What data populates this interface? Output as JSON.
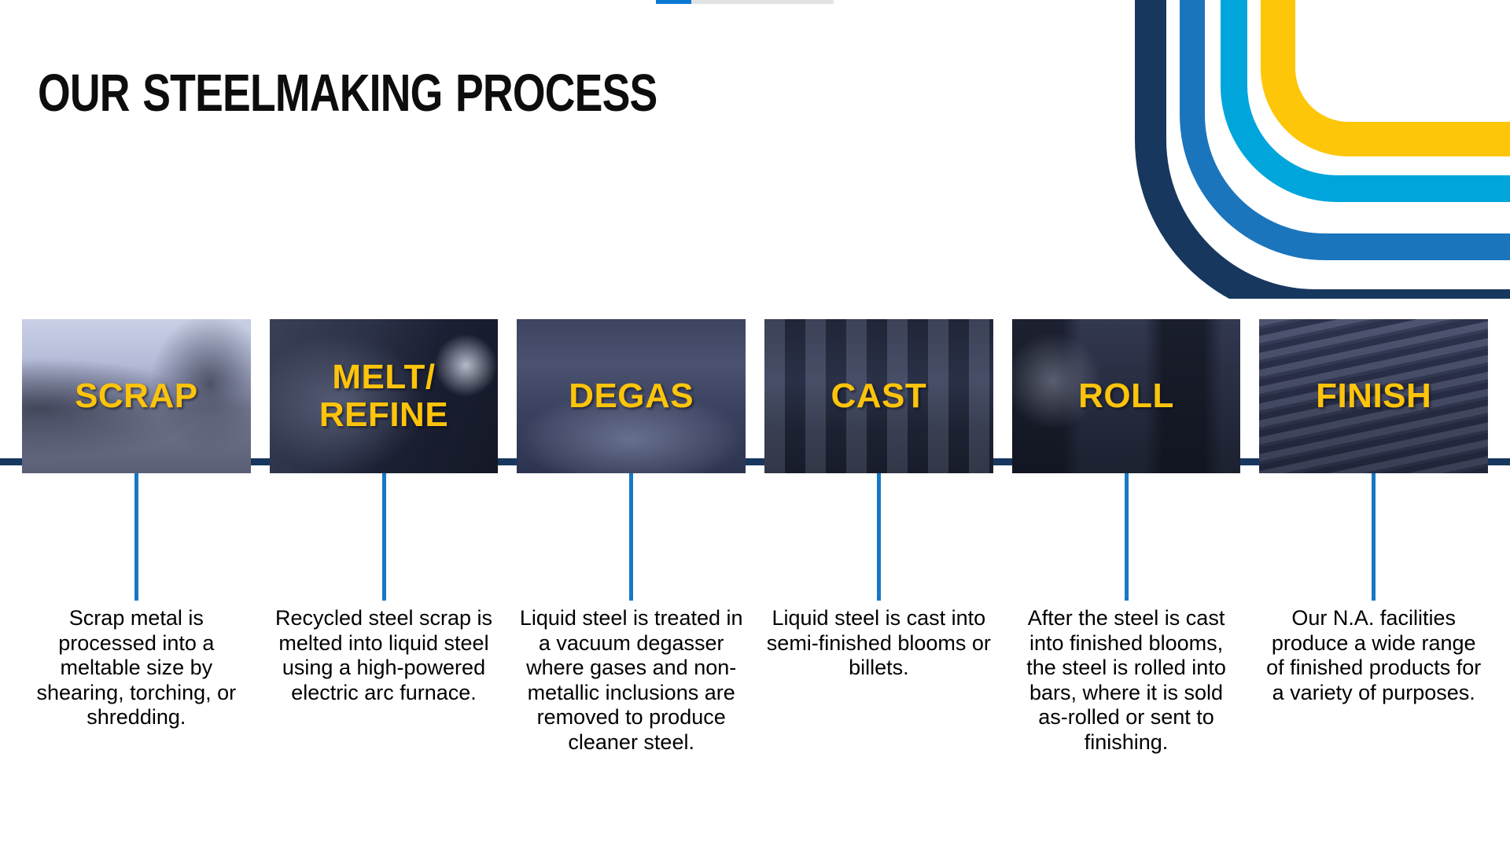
{
  "title": "OUR STEELMAKING PROCESS",
  "top_bar": {
    "fill_color": "#0b79d4",
    "track_color": "#e3e3e3"
  },
  "decoration": {
    "ring_colors": [
      "#17375e",
      "#1b75bc",
      "#00a5dc",
      "#fdc608"
    ]
  },
  "timeline": {
    "line_color": "#17375e",
    "connector_color": "#1878c4",
    "label_color": "#fdc40b"
  },
  "steps": [
    {
      "label": "SCRAP",
      "image": "scrap-metal-yard-photo",
      "description": "Scrap metal is processed into a meltable size by shearing, torching, or shredding."
    },
    {
      "label": "MELT/\nREFINE",
      "image": "electric-arc-furnace-photo",
      "description": "Recycled steel scrap is melted into liquid steel using a high-powered electric arc furnace."
    },
    {
      "label": "DEGAS",
      "image": "vacuum-degasser-photo",
      "description": "Liquid steel is treated in a vacuum degasser where gases and non-metallic inclusions are removed to produce cleaner steel."
    },
    {
      "label": "CAST",
      "image": "continuous-caster-photo",
      "description": "Liquid steel is cast into semi-finished blooms or billets."
    },
    {
      "label": "ROLL",
      "image": "rolling-mill-photo",
      "description": "After the steel is cast into finished blooms, the steel is rolled into bars, where it is sold as-rolled or sent to finishing."
    },
    {
      "label": "FINISH",
      "image": "finished-steel-bars-photo",
      "description": "Our N.A. facilities produce a wide range of finished products for a variety of purposes."
    }
  ]
}
